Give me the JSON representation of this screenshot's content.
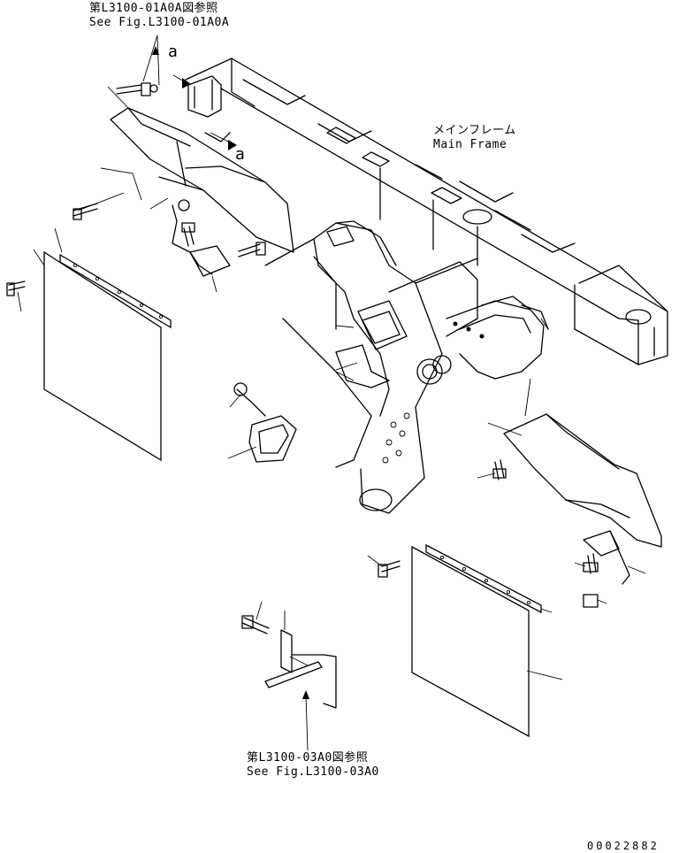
{
  "references": {
    "top": {
      "jp": "第L3100-01A0A図参照",
      "en": "See Fig.L3100-01A0A"
    },
    "bottom": {
      "jp": "第L3100-03A0図参照",
      "en": "See Fig.L3100-03A0"
    }
  },
  "main_frame": {
    "jp": "メインフレーム",
    "en": "Main Frame"
  },
  "view_marks": {
    "upper": "a",
    "lower": "a"
  },
  "document_number": "00022882"
}
